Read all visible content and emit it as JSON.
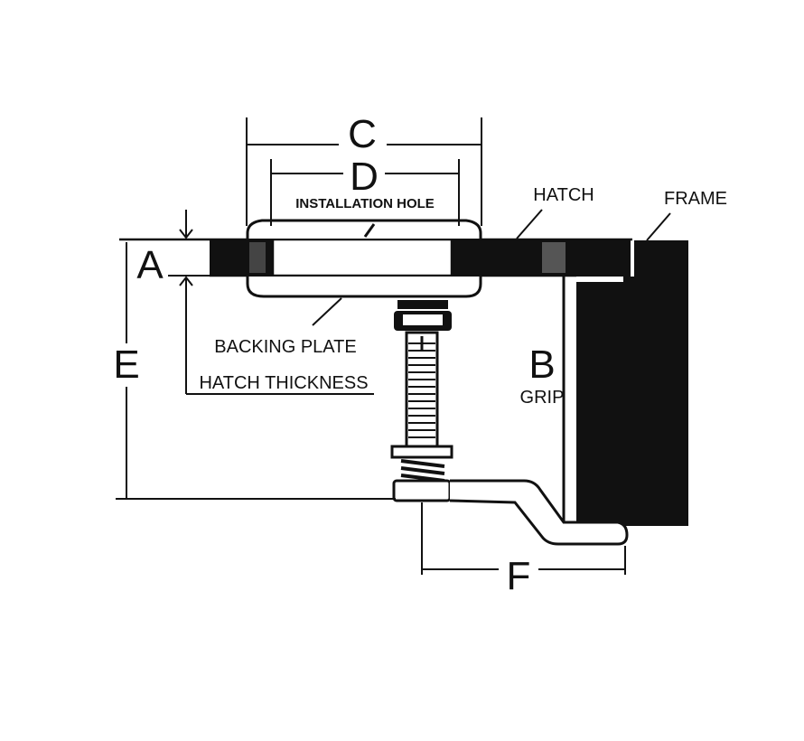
{
  "labels": {
    "dim_a": "A",
    "dim_b": "B",
    "dim_c": "C",
    "dim_d": "D",
    "dim_e": "E",
    "dim_f": "F",
    "installation_hole": "INSTALLATION HOLE",
    "hatch": "HATCH",
    "frame": "FRAME",
    "backing_plate": "BACKING PLATE",
    "hatch_thickness": "HATCH THICKNESS",
    "grip": "GRIP"
  },
  "colors": {
    "ink": "#111111",
    "paper": "#ffffff"
  }
}
